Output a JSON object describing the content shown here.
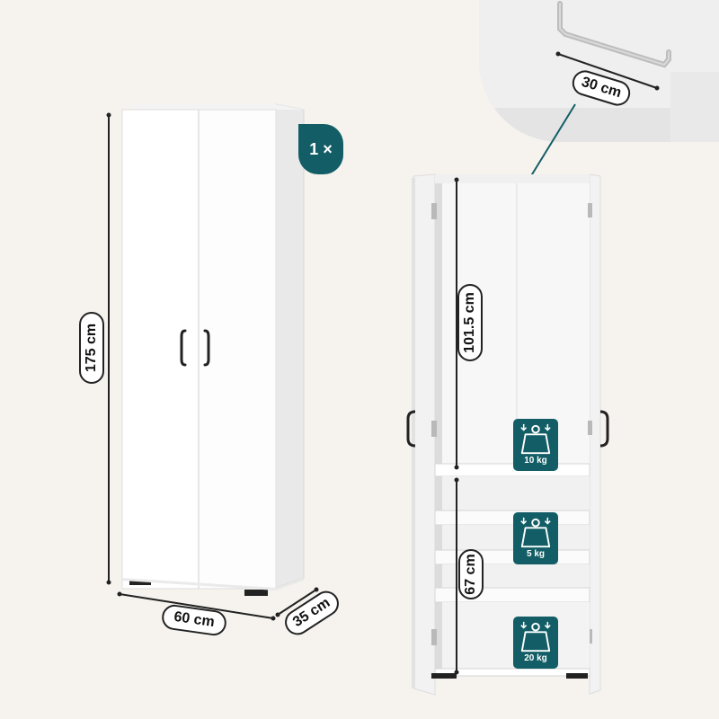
{
  "quantity_badge": "1 ×",
  "dimensions": {
    "height": "175 cm",
    "width": "60 cm",
    "depth": "35 cm",
    "rail": "30 cm",
    "upper_interior": "101.5 cm",
    "lower_interior": "67 cm"
  },
  "loads": [
    {
      "label": "10 kg"
    },
    {
      "label": "5 kg"
    },
    {
      "label": "20 kg"
    }
  ],
  "colors": {
    "accent": "#135e66",
    "background": "#f6f3ef",
    "cabinet": "#ffffff"
  },
  "icons": {
    "weight": "weight-icon",
    "rail": "hanging-rail"
  }
}
